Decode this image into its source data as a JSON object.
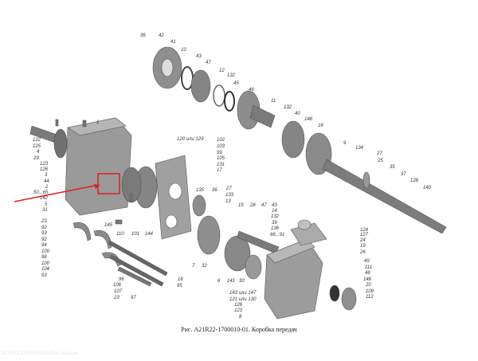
{
  "caption": "Рис. A21R22-1700010-01. Коробка передач",
  "watermark": "A21R22-1700010 Коробка передач",
  "highlight_color": "#e02020",
  "labels": {
    "top_cluster": [
      "36",
      "42",
      "41",
      "10",
      "43",
      "47",
      "12",
      "132",
      "45",
      "46",
      "11",
      "132",
      "40",
      "148",
      "16"
    ],
    "output_shaft": [
      "9",
      "134",
      "27",
      "25",
      "35",
      "37",
      "128",
      "140"
    ],
    "housing_left": [
      "1",
      "122",
      "125",
      "4",
      "29",
      "123",
      "126",
      "3",
      "44",
      "2",
      "50...65",
      "142",
      "5",
      "31"
    ],
    "rear_cover": [
      "120 или 129",
      "102",
      "103",
      "99",
      "105",
      "131",
      "17",
      "135",
      "36",
      "27",
      "133",
      "13",
      "145",
      "110",
      "101",
      "144"
    ],
    "forks": [
      "23",
      "92",
      "93",
      "92",
      "94",
      "100",
      "98",
      "100",
      "104",
      "93",
      "96",
      "106",
      "107",
      "23",
      "97",
      "18",
      "95"
    ],
    "center_lower": [
      "15",
      "28",
      "47",
      "43",
      "14",
      "132",
      "39",
      "136",
      "66...91",
      "7",
      "32",
      "6",
      "141",
      "30",
      "143 или 147",
      "121 или 130",
      "126",
      "123",
      "8"
    ],
    "right_lower": [
      "124",
      "127",
      "24",
      "19",
      "26",
      "49",
      "111",
      "48",
      "146",
      "20",
      "109",
      "112"
    ]
  }
}
